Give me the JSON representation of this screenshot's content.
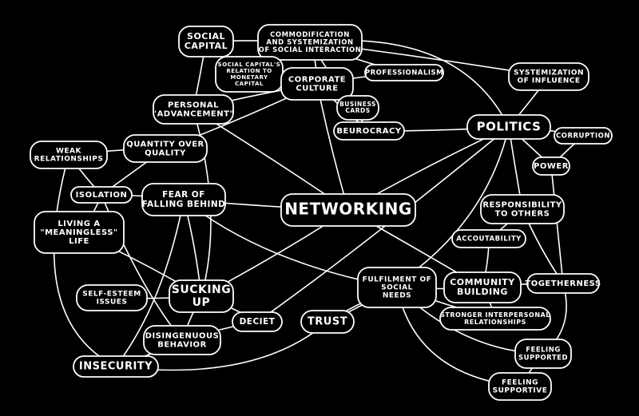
{
  "diagram": {
    "background": "#000000",
    "stroke_color": "#ffffff",
    "nodes": [
      {
        "id": "social-capital",
        "lines": [
          "SOCIAL",
          "CAPITAL"
        ]
      },
      {
        "id": "commodification",
        "lines": [
          "COMMODIFICATION",
          "AND SYSTEMIZATION",
          "OF SOCIAL INTERACTION"
        ]
      },
      {
        "id": "social-capital-relation",
        "lines": [
          "SOCIAL CAPITAL'S",
          "RELATION TO",
          "MONETARY",
          "CAPITAL"
        ]
      },
      {
        "id": "corporate-culture",
        "lines": [
          "CORPORATE",
          "CULTURE"
        ]
      },
      {
        "id": "professionalism",
        "lines": [
          "PROFESSIONALISM"
        ]
      },
      {
        "id": "systemization-of-influence",
        "lines": [
          "SYSTEMIZATION",
          "OF INFLUENCE"
        ]
      },
      {
        "id": "business-cards",
        "lines": [
          "BUSINESS",
          "CARDS"
        ]
      },
      {
        "id": "personal-advancement",
        "lines": [
          "PERSONAL",
          "\"ADVANCEMENT\""
        ]
      },
      {
        "id": "beurocracy",
        "lines": [
          "BEUROCRACY"
        ]
      },
      {
        "id": "politics",
        "lines": [
          "POLITICS"
        ]
      },
      {
        "id": "corruption",
        "lines": [
          "CORRUPTION"
        ]
      },
      {
        "id": "weak-relationships",
        "lines": [
          "WEAK",
          "RELATIONSHIPS"
        ]
      },
      {
        "id": "quantity-over-quality",
        "lines": [
          "QUANTITY OVER",
          "QUALITY"
        ]
      },
      {
        "id": "power",
        "lines": [
          "POWER"
        ]
      },
      {
        "id": "isolation",
        "lines": [
          "ISOLATION"
        ]
      },
      {
        "id": "fear-of-falling-behind",
        "lines": [
          "FEAR OF",
          "FALLING BEHIND"
        ]
      },
      {
        "id": "networking",
        "lines": [
          "NETWORKING"
        ]
      },
      {
        "id": "responsibility-to-others",
        "lines": [
          "RESPONSIBILITY",
          "TO OTHERS"
        ]
      },
      {
        "id": "meaningless-life",
        "lines": [
          "LIVING A",
          "\"MEANINGLESS\"",
          "LIFE"
        ]
      },
      {
        "id": "accountability",
        "lines": [
          "ACCOUTABILITY"
        ]
      },
      {
        "id": "fulfilment",
        "lines": [
          "FULFILMENT OF",
          "SOCIAL",
          "NEEDS"
        ]
      },
      {
        "id": "community-building",
        "lines": [
          "COMMUNITY",
          "BUILDING"
        ]
      },
      {
        "id": "togetherness",
        "lines": [
          "TOGETHERNESS"
        ]
      },
      {
        "id": "self-esteem",
        "lines": [
          "SELF-ESTEEM",
          "ISSUES"
        ]
      },
      {
        "id": "sucking-up",
        "lines": [
          "SUCKING",
          "UP"
        ]
      },
      {
        "id": "deciet",
        "lines": [
          "DECIET"
        ]
      },
      {
        "id": "trust",
        "lines": [
          "TRUST"
        ]
      },
      {
        "id": "stronger-relationships",
        "lines": [
          "STRONGER INTERPERSONAL",
          "RELATIONSHIPS"
        ]
      },
      {
        "id": "disingenuous",
        "lines": [
          "DISINGENUOUS",
          "BEHAVIOR"
        ]
      },
      {
        "id": "feeling-supported",
        "lines": [
          "FEELING",
          "SUPPORTED"
        ]
      },
      {
        "id": "insecurity",
        "lines": [
          "INSECURITY"
        ]
      },
      {
        "id": "feeling-supportive",
        "lines": [
          "FEELING",
          "SUPPORTIVE"
        ]
      }
    ],
    "edges": [
      [
        "social-capital",
        "commodification"
      ],
      [
        "social-capital",
        "personal-advancement"
      ],
      [
        "commodification",
        "corporate-culture"
      ],
      [
        "commodification",
        "professionalism"
      ],
      [
        "commodification",
        "systemization-of-influence"
      ],
      [
        "commodification",
        "social-capital-relation"
      ],
      [
        "commodification",
        "politics"
      ],
      [
        "commodification",
        "beurocracy"
      ],
      [
        "corporate-culture",
        "professionalism"
      ],
      [
        "corporate-culture",
        "business-cards"
      ],
      [
        "corporate-culture",
        "personal-advancement"
      ],
      [
        "corporate-culture",
        "quantity-over-quality"
      ],
      [
        "corporate-culture",
        "networking"
      ],
      [
        "corporate-culture",
        "beurocracy"
      ],
      [
        "systemization-of-influence",
        "politics"
      ],
      [
        "beurocracy",
        "politics"
      ],
      [
        "politics",
        "corruption"
      ],
      [
        "politics",
        "power"
      ],
      [
        "politics",
        "networking"
      ],
      [
        "politics",
        "responsibility-to-others"
      ],
      [
        "politics",
        "trust"
      ],
      [
        "corruption",
        "power"
      ],
      [
        "personal-advancement",
        "networking"
      ],
      [
        "personal-advancement",
        "sucking-up"
      ],
      [
        "weak-relationships",
        "quantity-over-quality"
      ],
      [
        "weak-relationships",
        "isolation"
      ],
      [
        "weak-relationships",
        "insecurity"
      ],
      [
        "quantity-over-quality",
        "isolation"
      ],
      [
        "isolation",
        "fear-of-falling-behind"
      ],
      [
        "isolation",
        "meaningless-life"
      ],
      [
        "isolation",
        "disingenuous"
      ],
      [
        "fear-of-falling-behind",
        "networking"
      ],
      [
        "fear-of-falling-behind",
        "sucking-up"
      ],
      [
        "fear-of-falling-behind",
        "insecurity"
      ],
      [
        "fear-of-falling-behind",
        "fulfilment"
      ],
      [
        "networking",
        "sucking-up"
      ],
      [
        "networking",
        "community-building"
      ],
      [
        "responsibility-to-others",
        "accountability"
      ],
      [
        "accountability",
        "community-building"
      ],
      [
        "responsibility-to-others",
        "togetherness"
      ],
      [
        "power",
        "togetherness"
      ],
      [
        "fulfilment",
        "community-building"
      ],
      [
        "fulfilment",
        "trust"
      ],
      [
        "fulfilment",
        "stronger-relationships"
      ],
      [
        "fulfilment",
        "feeling-supported"
      ],
      [
        "fulfilment",
        "feeling-supportive"
      ],
      [
        "community-building",
        "togetherness"
      ],
      [
        "community-building",
        "stronger-relationships"
      ],
      [
        "togetherness",
        "feeling-supported"
      ],
      [
        "self-esteem",
        "sucking-up"
      ],
      [
        "sucking-up",
        "deciet"
      ],
      [
        "sucking-up",
        "disingenuous"
      ],
      [
        "deciet",
        "disingenuous"
      ],
      [
        "deciet",
        "politics"
      ],
      [
        "trust",
        "insecurity"
      ],
      [
        "disingenuous",
        "insecurity"
      ],
      [
        "meaningless-life",
        "sucking-up"
      ],
      [
        "feeling-supported",
        "feeling-supportive"
      ]
    ]
  }
}
